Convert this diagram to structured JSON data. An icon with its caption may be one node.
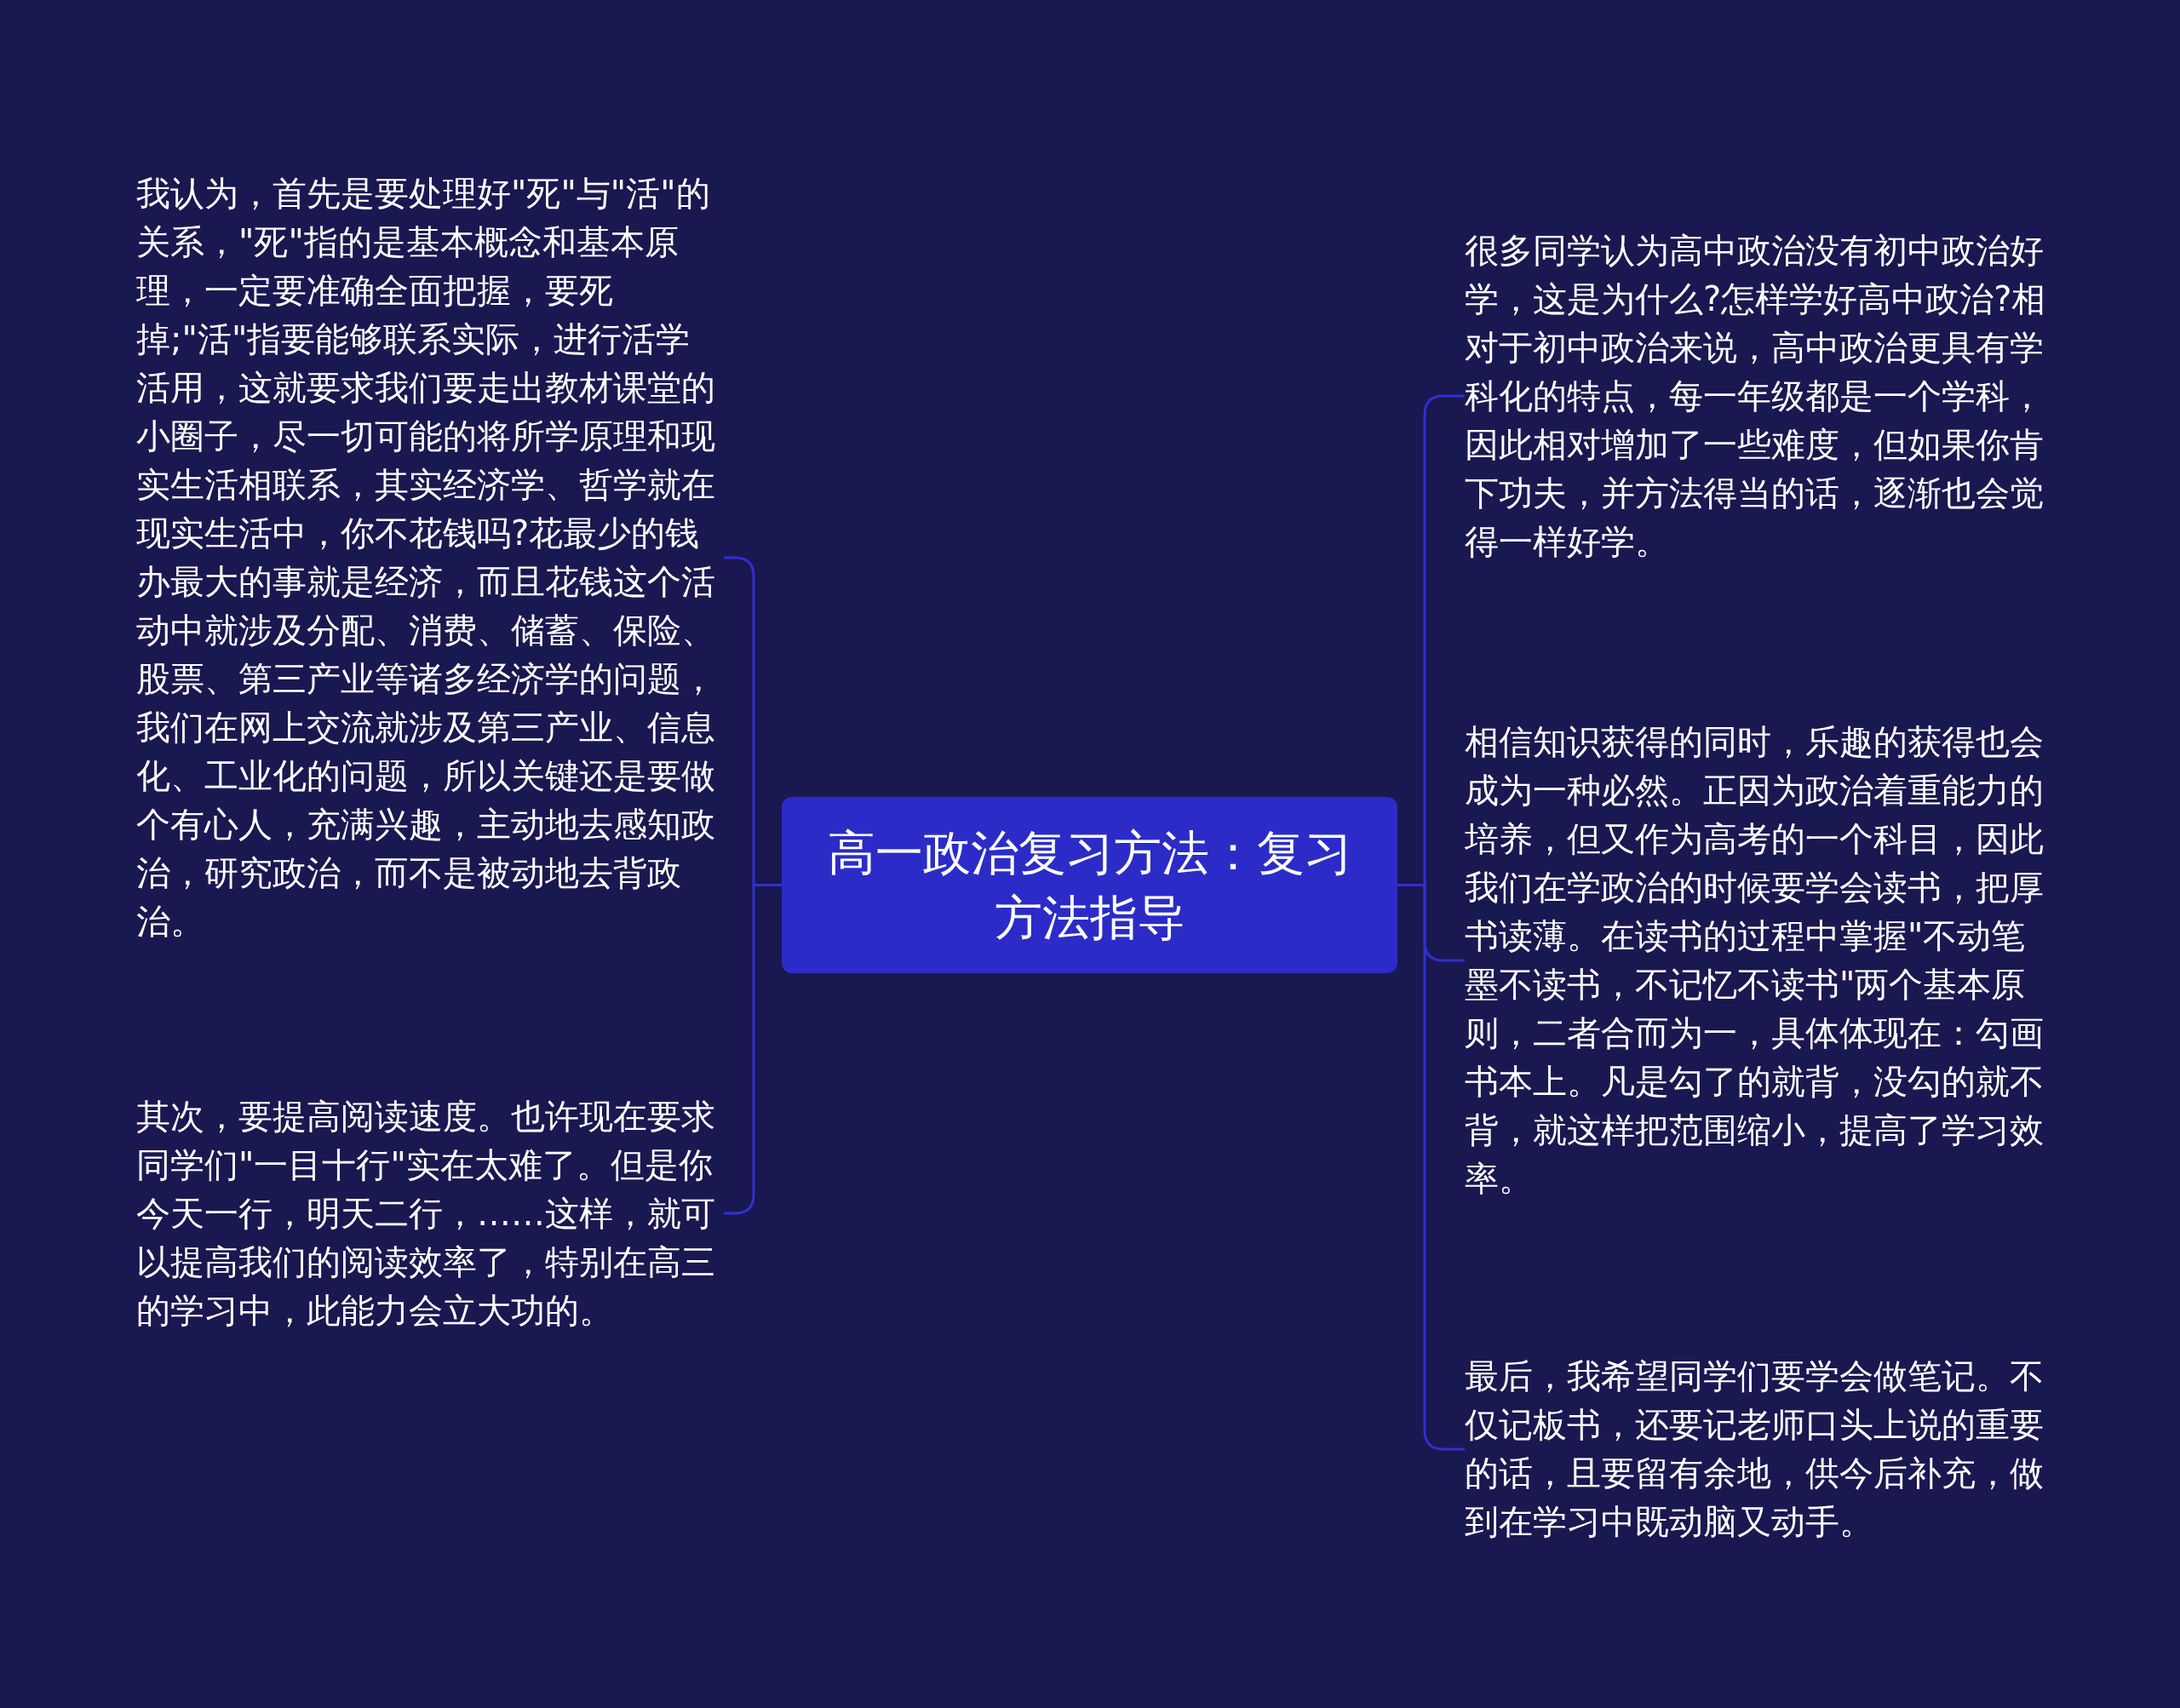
{
  "diagram": {
    "nodes": [
      {
        "text": [
          "高一政治复习方法：复习方法指导"
        ]
      },
      {
        "text": [
          "我认为，首先是要处理好\"死\"与\"活\"的关系，\"死\"指的是基本概念和基本原理，一定要准确全面把握，要死掉;\"活\"指要能够联系实际，进行活学活用，这就要求我们要走出教材课堂的小圈子，尽一切可能的将所学原理和现实生活相联系，其实经济学、哲学就在现实生活中，你不花钱吗?花最少的钱办最大的事就是经济，而且花钱这个活动中就涉及分配、消费、储蓄、保险、股票、第三产业等诸多经济学的问题，我们在网上交流就涉及第三产业、信息化、工业化的问题，所以关键还是要做个有心人，充满兴趣，主动地去感知政治，研究政治，而不是被动地去背政治。"
        ]
      },
      {
        "text": [
          "其次，要提高阅读速度。也许现在要求同学们\"一目十行\"实在太难了。但是你今天一行，明天二行，……这样，就可以提高我们的阅读效率了，特别在高三的学习中，此能力会立大功的。"
        ]
      },
      {
        "text": [
          "很多同学认为高中政治没有初中政治好学，这是为什么?怎样学好高中政治?相对于初中政治来说，高中政治更具有学科化的特点，每一年级都是一个学科，因此相对增加了一些难度，但如果你肯下功夫，并方法得当的话，逐渐也会觉得一样好学。"
        ]
      },
      {
        "text": [
          "相信知识获得的同时，乐趣的获得也会成为一种必然。正因为政治着重能力的培养，但又作为高考的一个科目，因此我们在学政治的时候要学会读书，把厚书读薄。在读书的过程中掌握\"不动笔墨不读书，不记忆不读书\"两个基本原则，二者合而为一，具体体现在：勾画书本上。凡是勾了的就背，没勾的就不背，就这样把范围缩小，提高了学习效率。"
        ]
      },
      {
        "text": [
          "最后，我希望同学们要学会做笔记。不仅记板书，还要记老师口头上说的重要的话，且要留有余地，供今后补充，做到在学习中既动脑又动手。"
        ]
      }
    ],
    "edges": [
      {
        "from": 0,
        "to": 1,
        "arrow": "none"
      },
      {
        "from": 0,
        "to": 2,
        "arrow": "none"
      },
      {
        "from": 0,
        "to": 3,
        "arrow": "none"
      },
      {
        "from": 0,
        "to": 4,
        "arrow": "none"
      },
      {
        "from": 0,
        "to": 5,
        "arrow": "none"
      }
    ]
  }
}
